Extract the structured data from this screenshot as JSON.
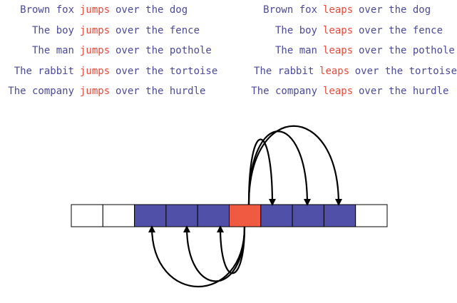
{
  "left_sentences": [
    {
      "pre": "Brown fox",
      "verb": "jumps",
      "post": "over the dog"
    },
    {
      "pre": "The boy",
      "verb": "jumps",
      "post": "over the fence"
    },
    {
      "pre": "The man",
      "verb": "jumps",
      "post": "over the pothole"
    },
    {
      "pre": "The rabbit",
      "verb": "jumps",
      "post": "over the tortoise"
    },
    {
      "pre": "The company",
      "verb": "jumps",
      "post": "over the hurdle"
    }
  ],
  "right_sentences": [
    {
      "pre": "Brown fox",
      "verb": "leaps",
      "post": "over the dog"
    },
    {
      "pre": "The boy",
      "verb": "leaps",
      "post": "over the fence"
    },
    {
      "pre": "The man",
      "verb": "leaps",
      "post": "over the pothole"
    },
    {
      "pre": "The rabbit",
      "verb": "leaps",
      "post": "over the tortoise"
    },
    {
      "pre": "The company",
      "verb": "leaps",
      "post": "over the hurdle"
    }
  ],
  "colors": {
    "text": "#4a4a9a",
    "verb": "#e84a3a",
    "cell_empty": "#ffffff",
    "cell_context": "#5050a8",
    "cell_target": "#f05a40",
    "stroke": "#000000"
  },
  "cells": [
    "empty",
    "empty",
    "context",
    "context",
    "context",
    "target",
    "context",
    "context",
    "context",
    "empty"
  ]
}
